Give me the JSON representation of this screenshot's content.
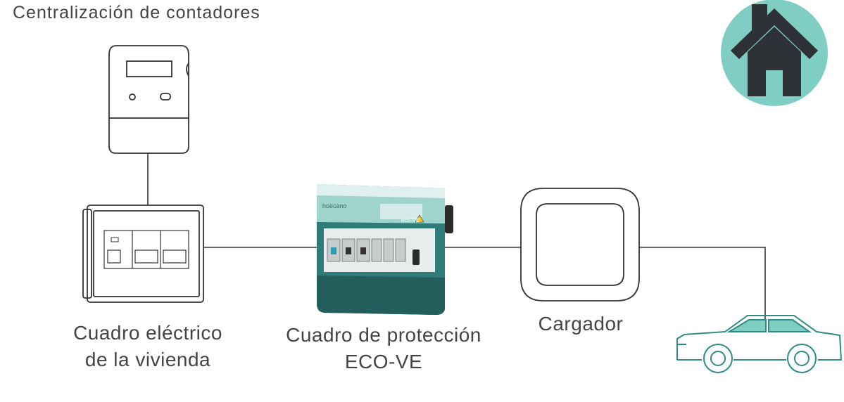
{
  "title": "Centralización de contadores",
  "nodes": {
    "panel": {
      "line1": "Cuadro eléctrico",
      "line2": "de la vivienda"
    },
    "eco": {
      "line1": "Cuadro de protección",
      "line2": "ECO-VE",
      "brand": "hoecano",
      "device_label": "eco-VE"
    },
    "charger": {
      "label": "Cargador"
    }
  },
  "icons": [
    "home-icon",
    "meter-icon",
    "electrical-panel-icon",
    "protection-box-icon",
    "charger-icon",
    "car-icon"
  ],
  "colors": {
    "teal": "#7fcdc3",
    "dark": "#2e3236",
    "line": "#333333",
    "box_green": "#2f7b77"
  }
}
